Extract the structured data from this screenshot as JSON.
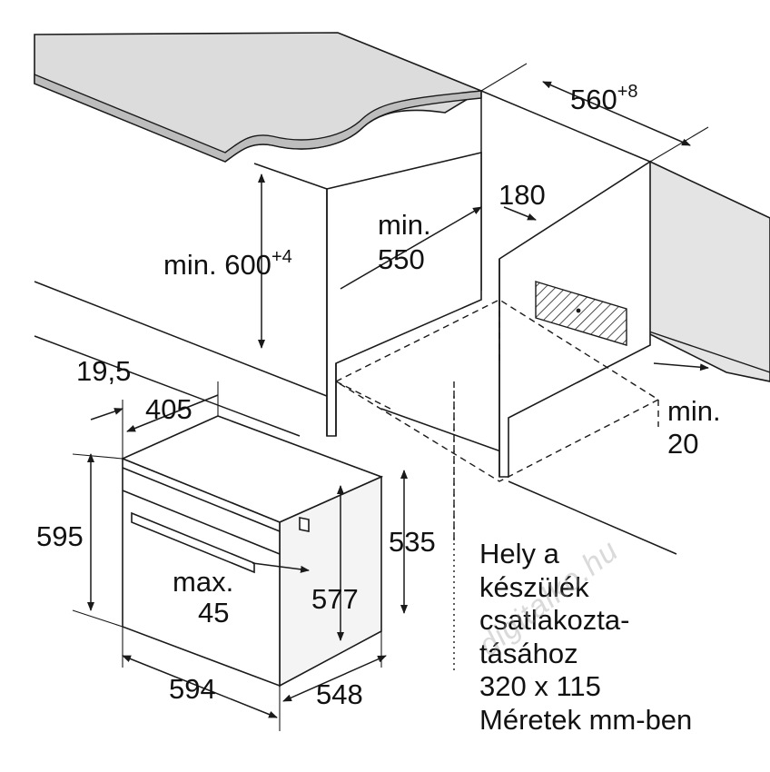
{
  "labels": {
    "width_cutout": "560",
    "width_cutout_tol": "+8",
    "vent": "180",
    "min_height_a": "min.",
    "min_height_b": "600",
    "min_height_tol": "+4",
    "depth_min_a": "min.",
    "depth_min_b": "550",
    "gap_min_a": "min.",
    "gap_min_b": "20",
    "front_offset": "19,5",
    "depth_body": "405",
    "height_total": "595",
    "height_body": "535",
    "height_inner": "577",
    "handle_a": "max.",
    "handle_b": "45",
    "width_total": "594",
    "depth_total": "548"
  },
  "note_lines": [
    "Hely a",
    "készülék",
    "csatlakozta-",
    "tásához",
    "320 x 115",
    "Méretek mm-ben"
  ],
  "watermark": "digitalko.hu",
  "colors": {
    "worktop_top": "#dcdcdc",
    "worktop_edge": "#c8c8c8",
    "wall": "#e4e4e4",
    "line": "#1a1a1a"
  }
}
